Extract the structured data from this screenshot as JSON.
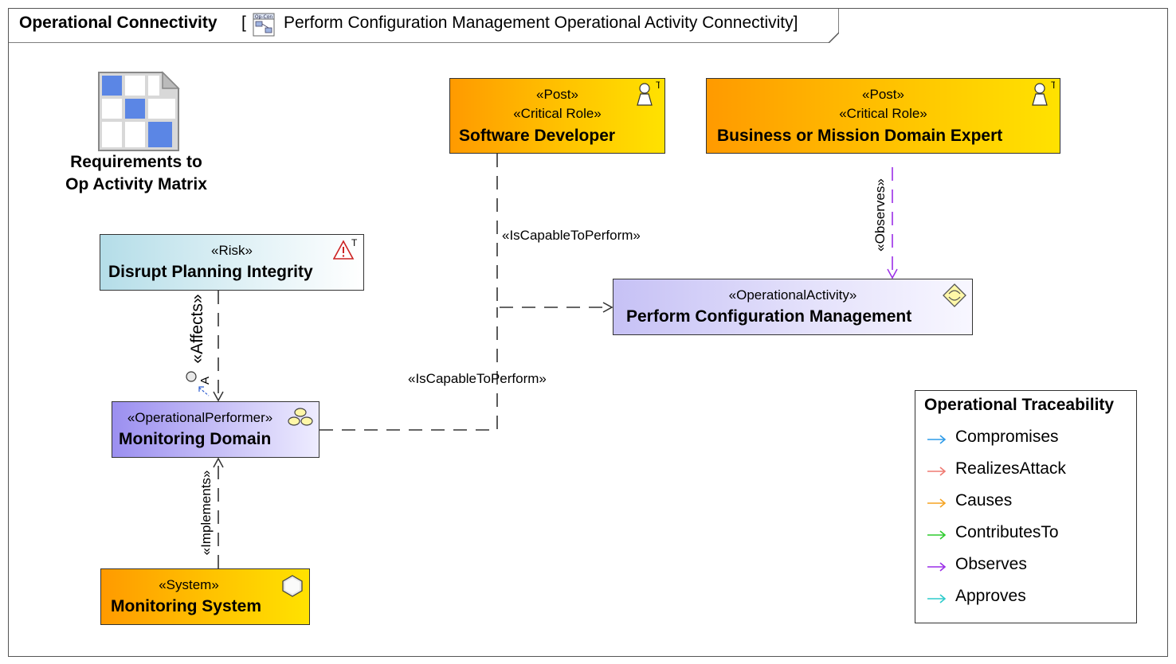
{
  "diagram": {
    "frame_kind": "Operational Connectivity",
    "bracket_open": "[",
    "diagram_name": "Perform Configuration Management Operational Activity Connectivity]",
    "tab_icon": "op-con-diagram-icon"
  },
  "matrix": {
    "icon": "matrix-icon",
    "label_line1": "Requirements to",
    "label_line2": "Op Activity Matrix"
  },
  "nodes": {
    "software_developer": {
      "stereo1": "«Post»",
      "stereo2": "«Critical Role»",
      "name": "Software Developer",
      "icon": "person-icon"
    },
    "domain_expert": {
      "stereo1": "«Post»",
      "stereo2": "«Critical Role»",
      "name": "Business or Mission Domain Expert",
      "icon": "person-icon"
    },
    "risk": {
      "stereo": "«Risk»",
      "name": "Disrupt Planning Integrity",
      "icon": "warning-icon"
    },
    "activity": {
      "stereo": "«OperationalActivity»",
      "name": "Perform Configuration Management",
      "icon": "activity-icon"
    },
    "performer": {
      "stereo": "«OperationalPerformer»",
      "name": "Monitoring Domain",
      "icon": "performer-icon"
    },
    "system": {
      "stereo": "«System»",
      "name": "Monitoring System",
      "icon": "system-icon"
    }
  },
  "edges": {
    "capable1": "«IsCapableToPerform»",
    "capable2": "«IsCapableToPerform»",
    "observes": "«Observes»",
    "affects": "«Affects»",
    "implements": "«Implements»",
    "annotation_letter": "A"
  },
  "legend": {
    "title": "Operational Traceability",
    "items": [
      {
        "label": "Compromises",
        "color": "#2f9be8"
      },
      {
        "label": "RealizesAttack",
        "color": "#ef7a72"
      },
      {
        "label": "Causes",
        "color": "#f5a422"
      },
      {
        "label": "ContributesTo",
        "color": "#2ecc2e"
      },
      {
        "label": "Observes",
        "color": "#9b2ee8"
      },
      {
        "label": "Approves",
        "color": "#2ecbcb"
      }
    ]
  },
  "colors": {
    "observes_edge": "#9b2ee8",
    "frame_border": "#555555",
    "edge": "#333333"
  }
}
